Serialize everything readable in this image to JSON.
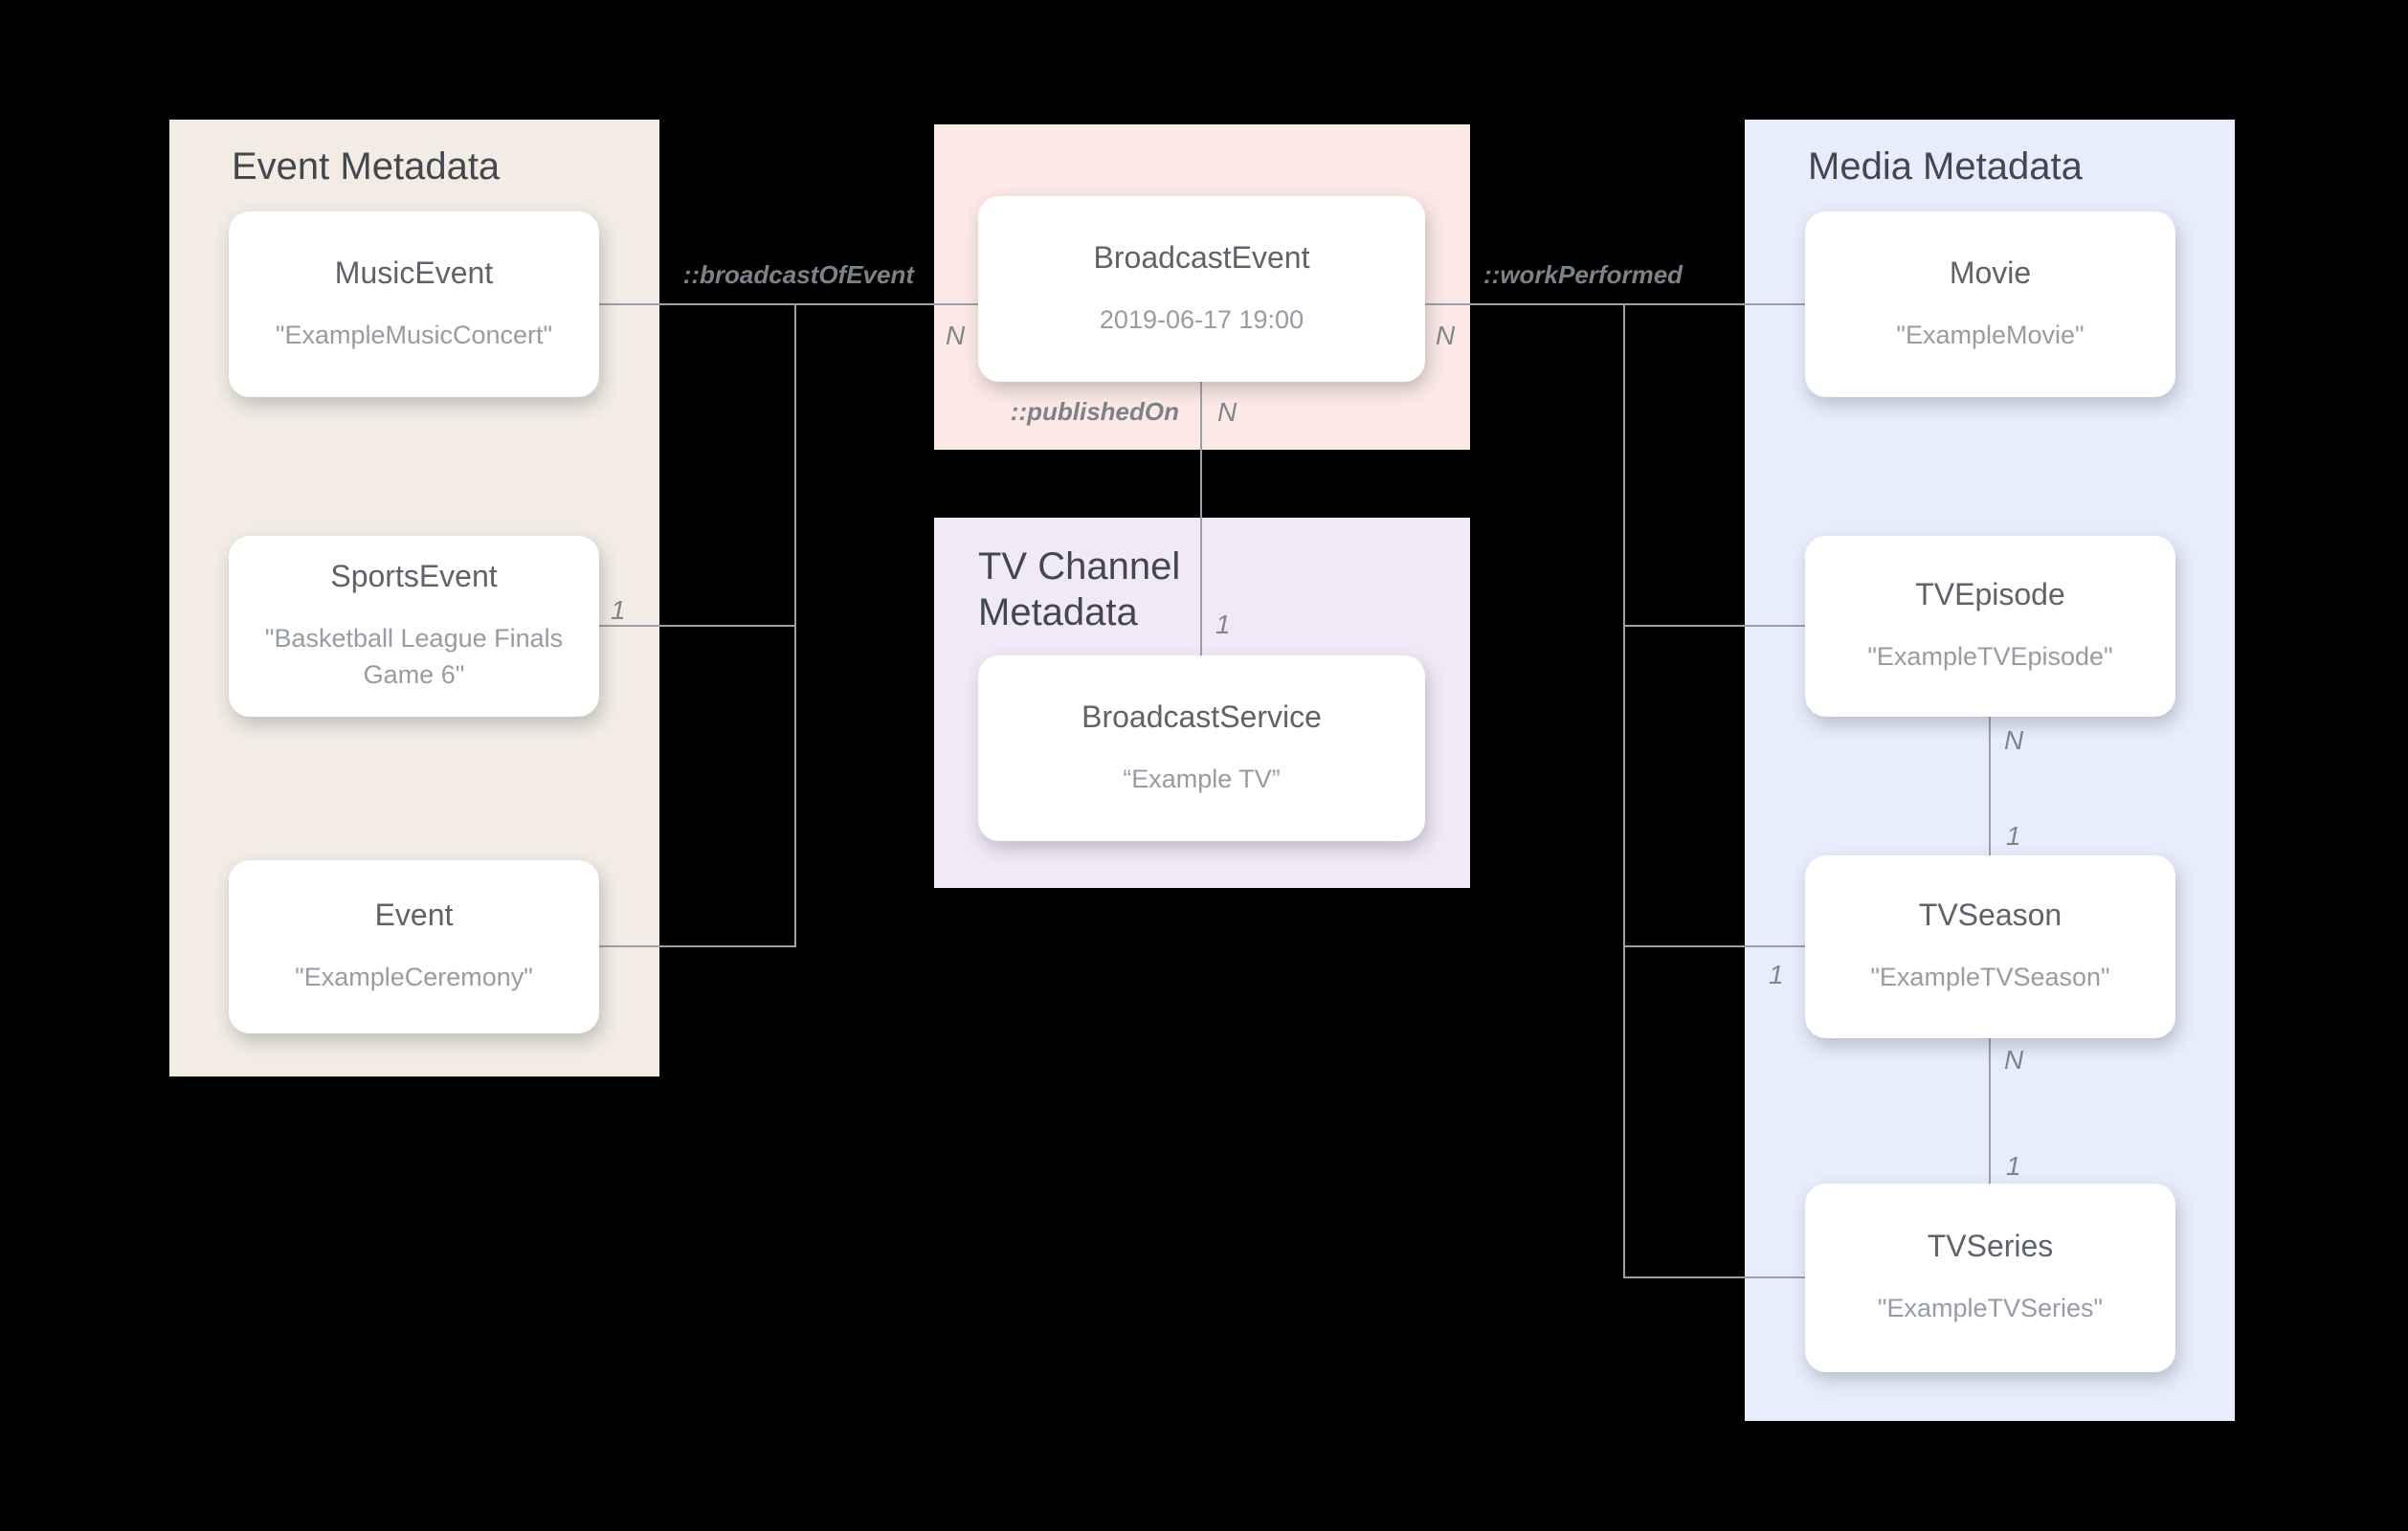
{
  "diagram": {
    "background": "#000000",
    "connector_color": "#9aa0a6",
    "accent_colors": {
      "event_panel": "#f2ece5",
      "broadcast_panel": "#fce9e6",
      "tv_channel_panel": "#f1e9f8",
      "media_panel": "#e7edfc"
    }
  },
  "panels": {
    "event": {
      "title": "Event Metadata"
    },
    "tv_channel": {
      "title": "TV Channel Metadata"
    },
    "media": {
      "title": "Media Metadata"
    }
  },
  "cards": {
    "music_event": {
      "title": "MusicEvent",
      "value": "\"ExampleMusicConcert\""
    },
    "sports_event": {
      "title": "SportsEvent",
      "value": "\"Basketball League Finals Game 6\""
    },
    "event": {
      "title": "Event",
      "value": "\"ExampleCeremony\""
    },
    "broadcast_event": {
      "title": "BroadcastEvent",
      "value": "2019-06-17 19:00"
    },
    "broadcast_service": {
      "title": "BroadcastService",
      "value": "“Example TV”"
    },
    "movie": {
      "title": "Movie",
      "value": "\"ExampleMovie\""
    },
    "tv_episode": {
      "title": "TVEpisode",
      "value": "\"ExampleTVEpisode\""
    },
    "tv_season": {
      "title": "TVSeason",
      "value": "\"ExampleTVSeason\""
    },
    "tv_series": {
      "title": "TVSeries",
      "value": "\"ExampleTVSeries\""
    }
  },
  "edge_labels": {
    "broadcast_of_event": "::broadcastOfEvent",
    "work_performed": "::workPerformed",
    "published_on": "::publishedOn"
  },
  "cardinalities": {
    "n_broadcast_left": "N",
    "n_broadcast_right": "N",
    "one_sports": "1",
    "n_published": "N",
    "one_published": "1",
    "n_episode_season": "N",
    "one_episode_season": "1",
    "one_season_left": "1",
    "n_season_series": "N",
    "one_season_series": "1"
  }
}
